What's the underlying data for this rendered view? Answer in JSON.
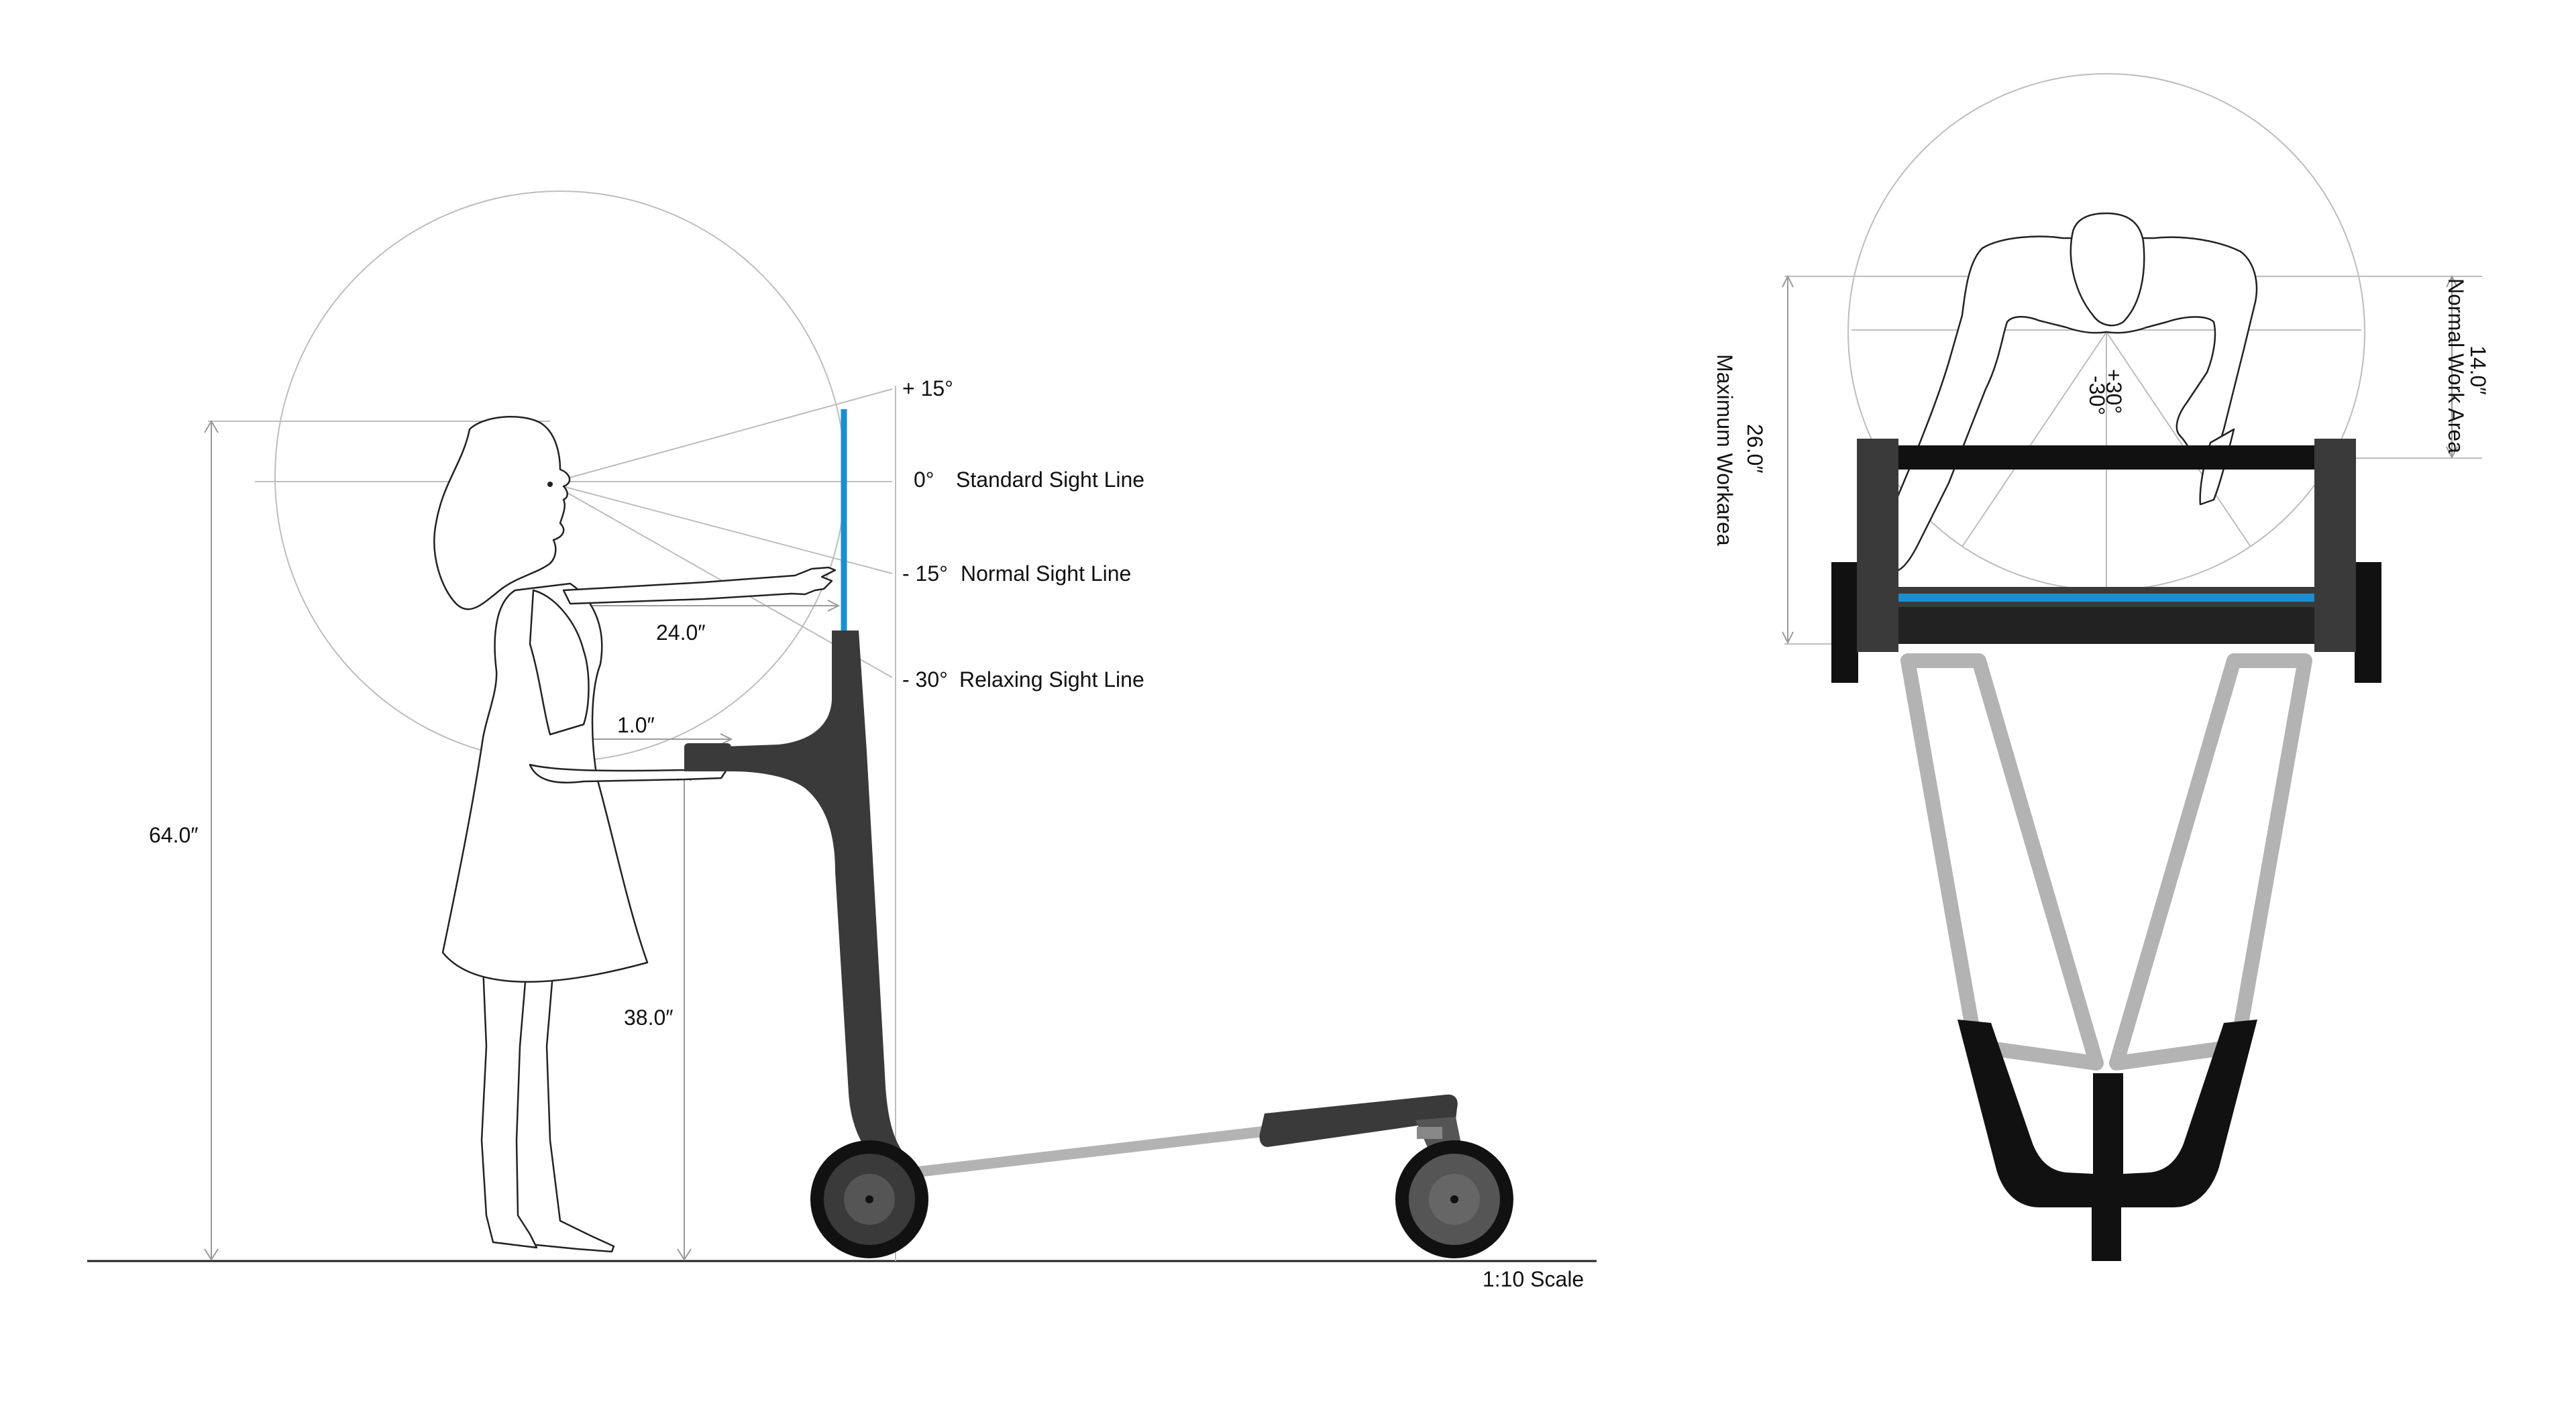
{
  "side_view": {
    "angles": [
      {
        "angle": "+ 15°",
        "name": ""
      },
      {
        "angle": "0°",
        "name": "Standard Sight Line"
      },
      {
        "angle": "- 15°",
        "name": "Normal Sight Line"
      },
      {
        "angle": "- 30°",
        "name": "Relaxing Sight Line"
      }
    ],
    "dimensions": {
      "eye_height": "64.0″",
      "handle_height": "38.0″",
      "reach": "24.0″",
      "hand_gap": "1.0″"
    },
    "scale": "1:10 Scale"
  },
  "top_view": {
    "normal_work_area": {
      "value": "14.0″",
      "label": "Normal Work Area"
    },
    "maximum_workarea": {
      "value": "26.0″",
      "label": "Maximum Workarea"
    },
    "angle_up": "+30°",
    "angle_down": "-30°"
  },
  "colors": {
    "frame": "#3a3a3a",
    "frame_dark": "#111111",
    "tube": "#b3b3b3",
    "screen": "#1a8fd0",
    "guide": "#c8c8c8"
  }
}
